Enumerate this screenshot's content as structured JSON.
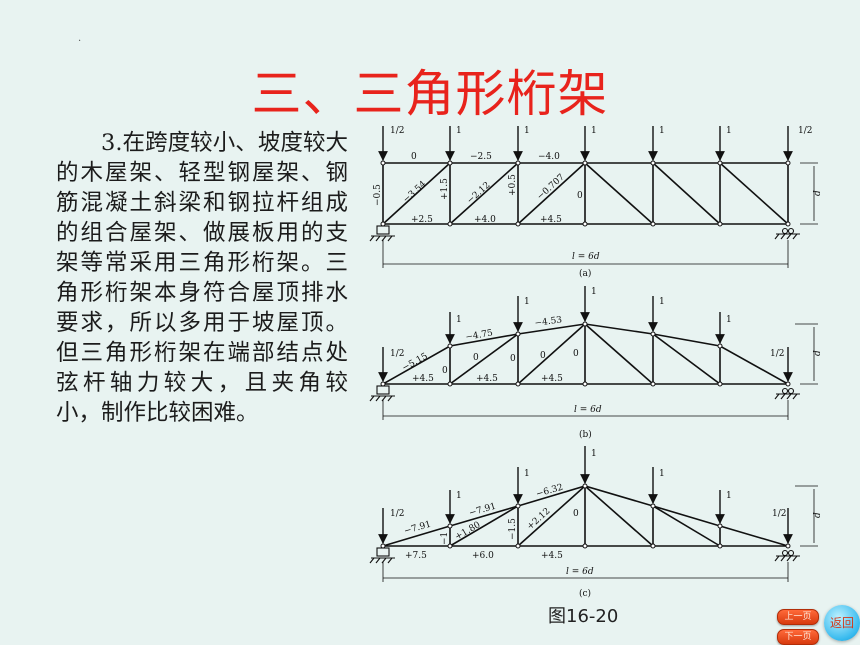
{
  "slide": {
    "dot": ".",
    "title": "三、三角形桁架",
    "paragraph": "3.在跨度较小、坡度较大的木屋架、轻型钢屋架、钢筋混凝土斜梁和钢拉杆组成的组合屋架、做展板用的支架等常采用三角形桁架。三角形桁架本身符合屋顶排水要求，所以多用于坡屋顶。但三角形桁架在端部结点处弦杆轴力较大，且夹角较小，制作比较困难。",
    "figure_caption": "图16-20"
  },
  "navigation": {
    "prev_label": "上一页",
    "next_label": "下一页",
    "return_label": "返回"
  },
  "figure": {
    "a": {
      "caption": "(a)",
      "span": "l = 6d",
      "height": "d",
      "loads": [
        "1/2",
        "1",
        "1",
        "1",
        "1",
        "1",
        "1/2"
      ],
      "top_chord": [
        "0",
        "−2.5",
        "−4.0"
      ],
      "bottom_chord": [
        "+2.5",
        "+4.0",
        "+4.5"
      ],
      "verticals": [
        "−0.5",
        "+1.5",
        "+0.5",
        "0"
      ],
      "diagonals": [
        "−3.54",
        "−2.12",
        "−0.707"
      ]
    },
    "b": {
      "caption": "(b)",
      "span": "l = 6d",
      "height": "d",
      "loads": [
        "1/2",
        "1",
        "1",
        "1",
        "1",
        "1",
        "1/2"
      ],
      "top_chord": [
        "−5.15",
        "−4.75",
        "−4.53"
      ],
      "bottom_chord": [
        "+4.5",
        "+4.5",
        "+4.5"
      ],
      "verticals": [
        "0",
        "0",
        "0"
      ],
      "diagonals": [
        "0",
        "0"
      ]
    },
    "c": {
      "caption": "(c)",
      "span": "l = 6d",
      "height": "d",
      "loads": [
        "1/2",
        "1",
        "1",
        "1",
        "1",
        "1",
        "1/2"
      ],
      "top_chord": [
        "−7.91",
        "−7.91",
        "−6.32"
      ],
      "bottom_chord": [
        "+7.5",
        "+6.0",
        "+4.5"
      ],
      "verticals": [
        "−1",
        "−1.5",
        "0"
      ],
      "diagonals": [
        "+1.80",
        "+2.12"
      ]
    }
  }
}
